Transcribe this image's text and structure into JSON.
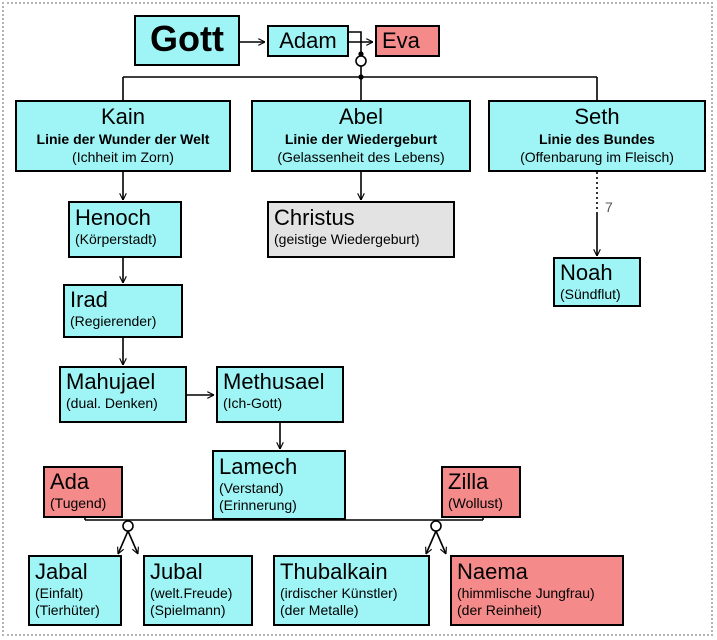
{
  "nodes": {
    "gott": {
      "title": "Gott"
    },
    "adam": {
      "title": "Adam"
    },
    "eva": {
      "title": "Eva"
    },
    "kain": {
      "title": "Kain",
      "subtitle": "Linie der Wunder der Welt",
      "desc": "(Ichheit im Zorn)"
    },
    "abel": {
      "title": "Abel",
      "subtitle": "Linie der Wiedergeburt",
      "desc": "(Gelassenheit des Lebens)"
    },
    "seth": {
      "title": "Seth",
      "subtitle": "Linie des Bundes",
      "desc": "(Offenbarung im Fleisch)"
    },
    "henoch": {
      "title": "Henoch",
      "desc": "(Körperstadt)"
    },
    "christus": {
      "title": "Christus",
      "desc": "(geistige Wiedergeburt)"
    },
    "noah": {
      "title": "Noah",
      "desc": "(Sündflut)"
    },
    "irad": {
      "title": "Irad",
      "desc": "(Regierender)"
    },
    "mahujael": {
      "title": "Mahujael",
      "desc": "(dual. Denken)"
    },
    "methusael": {
      "title": "Methusael",
      "desc": "(Ich-Gott)"
    },
    "lamech": {
      "title": "Lamech",
      "desc1": "(Verstand)",
      "desc2": "(Erinnerung)"
    },
    "ada": {
      "title": "Ada",
      "desc": "(Tugend)"
    },
    "zilla": {
      "title": "Zilla",
      "desc": "(Wollust)"
    },
    "jabal": {
      "title": "Jabal",
      "desc1": "(Einfalt)",
      "desc2": "(Tierhüter)"
    },
    "jubal": {
      "title": "Jubal",
      "desc1": "(welt.Freude)",
      "desc2": "(Spielmann)"
    },
    "thubalkain": {
      "title": "Thubalkain",
      "desc1": "(irdischer Künstler)",
      "desc2": "(der Metalle)"
    },
    "naema": {
      "title": "Naema",
      "desc1": "(himmlische Jungfrau)",
      "desc2": "(der Reinheit)"
    }
  },
  "generations_label": "7",
  "colors": {
    "male": "#9ff5f5",
    "female": "#f58a8a",
    "christ": "#e3e3e3",
    "line": "#000000"
  }
}
